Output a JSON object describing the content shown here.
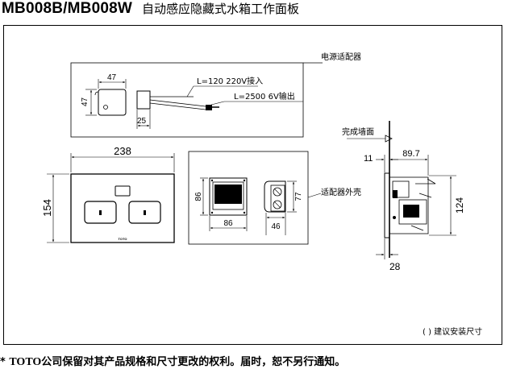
{
  "header": {
    "model": "MB008B/MB008W",
    "subtitle": "自动感应隐藏式水箱工作面板"
  },
  "adapter_callout": {
    "label": "电源适配器",
    "dim_width": "47",
    "dim_height": "47",
    "dim_depth": "25",
    "input_cable": "L=120 220V接入",
    "output_cable": "L=2500 6V输出"
  },
  "front_view": {
    "dim_width": "238",
    "dim_height": "154",
    "brand_mark": "TOTO"
  },
  "housing_callout": {
    "label": "适配器外壳",
    "dim_box_height": "86",
    "dim_box_width": "86",
    "dim_side_height": "77",
    "dim_side_width": "46"
  },
  "side_view": {
    "wall_label": "完成墙面",
    "dim_offset": "11",
    "dim_depth": "89.7",
    "dim_height": "124",
    "dim_thickness": "28"
  },
  "note": "( ) 建议安装尺寸",
  "footer": {
    "mark": "*",
    "brand": "TOTO",
    "text": "公司保留对其产品规格和尺寸更改的权利。届时，恕不另行通知。"
  }
}
